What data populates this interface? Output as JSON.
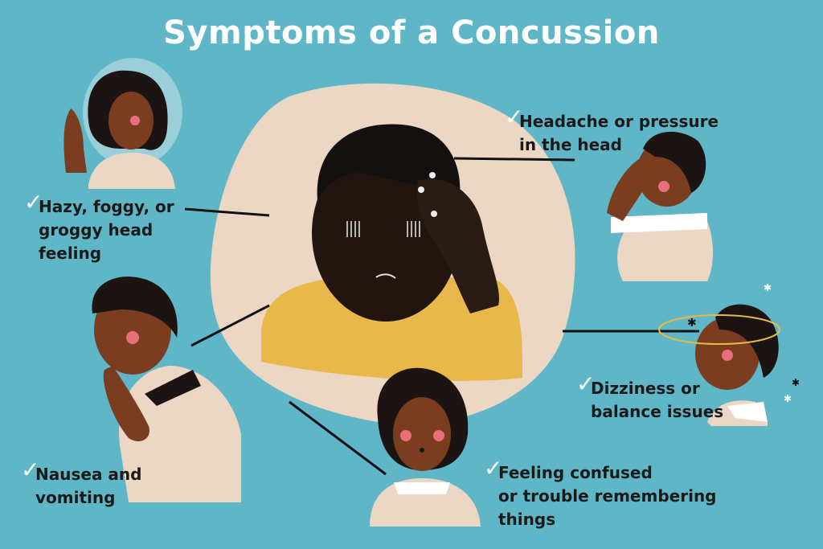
{
  "title": "Symptoms of a Concussion",
  "icons": {
    "check": "checkmark-icon"
  },
  "colors": {
    "background": "#5fb6c6",
    "title": "#ffffff",
    "blob": "#ecd7c5",
    "skin": "#7a3d1f",
    "dark_skin": "#221510",
    "hair": "#1c1412",
    "shirt_yellow": "#e8b84a",
    "cheek": "#e8707a"
  },
  "symptoms": [
    {
      "lines": [
        "Hazy, foggy, or",
        "groggy head",
        "feeling"
      ]
    },
    {
      "lines": [
        "Headache or pressure",
        "in the head"
      ]
    },
    {
      "lines": [
        "Nausea and",
        "vomiting"
      ]
    },
    {
      "lines": [
        "Dizziness or",
        "balance issues"
      ]
    },
    {
      "lines": [
        "Feeling confused",
        "or trouble remembering",
        "things"
      ]
    }
  ]
}
